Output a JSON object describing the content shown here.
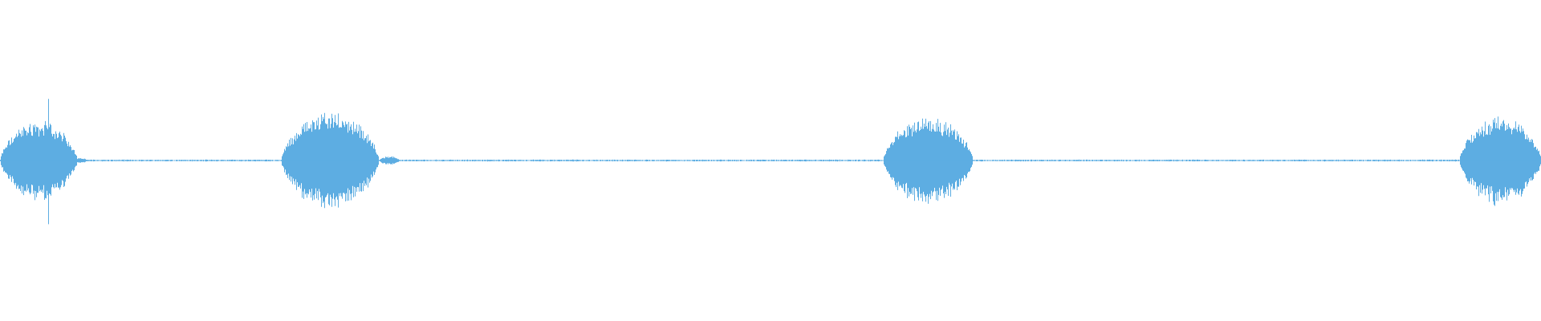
{
  "waveform": {
    "color": "#5dade2",
    "background": "#ffffff",
    "duration_units": 1920,
    "amplitude_range": [
      -1,
      1
    ],
    "baseline_amplitude": 0.006,
    "bursts": [
      {
        "start": 0,
        "end": 96,
        "peak": 0.26,
        "spike_at": 60,
        "spike_peak": 0.4
      },
      {
        "start": 350,
        "end": 472,
        "peak": 0.32
      },
      {
        "start": 1100,
        "end": 1212,
        "peak": 0.29
      },
      {
        "start": 1818,
        "end": 1920,
        "peak": 0.29
      }
    ],
    "tails": [
      {
        "start": 80,
        "end": 112,
        "peak": 0.02
      },
      {
        "start": 470,
        "end": 500,
        "peak": 0.03
      }
    ]
  }
}
